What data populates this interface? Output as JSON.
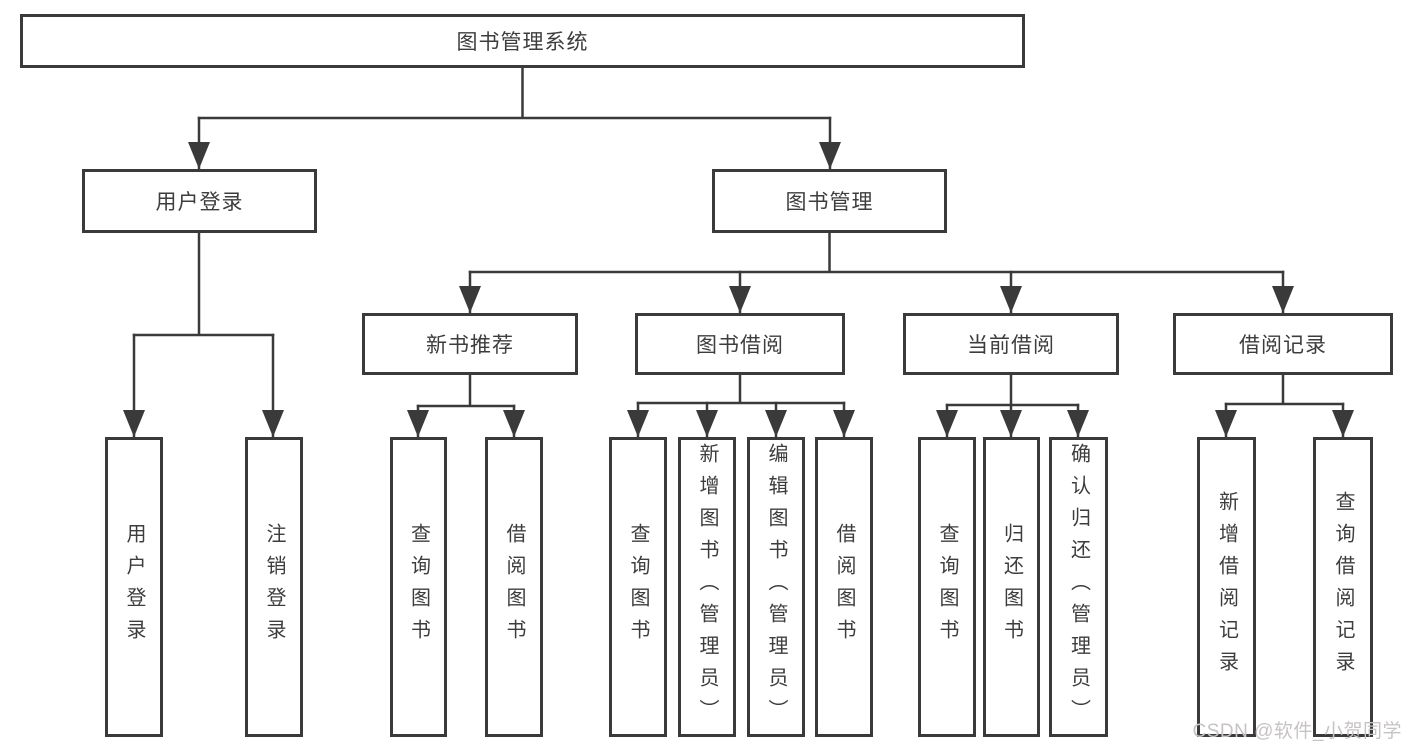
{
  "diagram": {
    "tree": {
      "label": "图书管理系统",
      "children": [
        {
          "label": "用户登录",
          "leaves": [
            "用户登录",
            "注销登录"
          ]
        },
        {
          "label": "图书管理",
          "children": [
            {
              "label": "新书推荐",
              "leaves": [
                "查询图书",
                "借阅图书"
              ]
            },
            {
              "label": "图书借阅",
              "leaves": [
                "查询图书",
                "新增图书（管理员）",
                "编辑图书（管理员）",
                "借阅图书"
              ]
            },
            {
              "label": "当前借阅",
              "leaves": [
                "查询图书",
                "归还图书",
                "确认归还（管理员）"
              ]
            },
            {
              "label": "借阅记录",
              "leaves": [
                "新增借阅记录",
                "查询借阅记录"
              ]
            }
          ]
        }
      ]
    },
    "watermark": "CSDN @软件_小贺同学",
    "colors": {
      "line": "#3a3a3a",
      "text": "#3d3d3d",
      "watermark": "#c7c3c3",
      "background": "#ffffff"
    }
  }
}
